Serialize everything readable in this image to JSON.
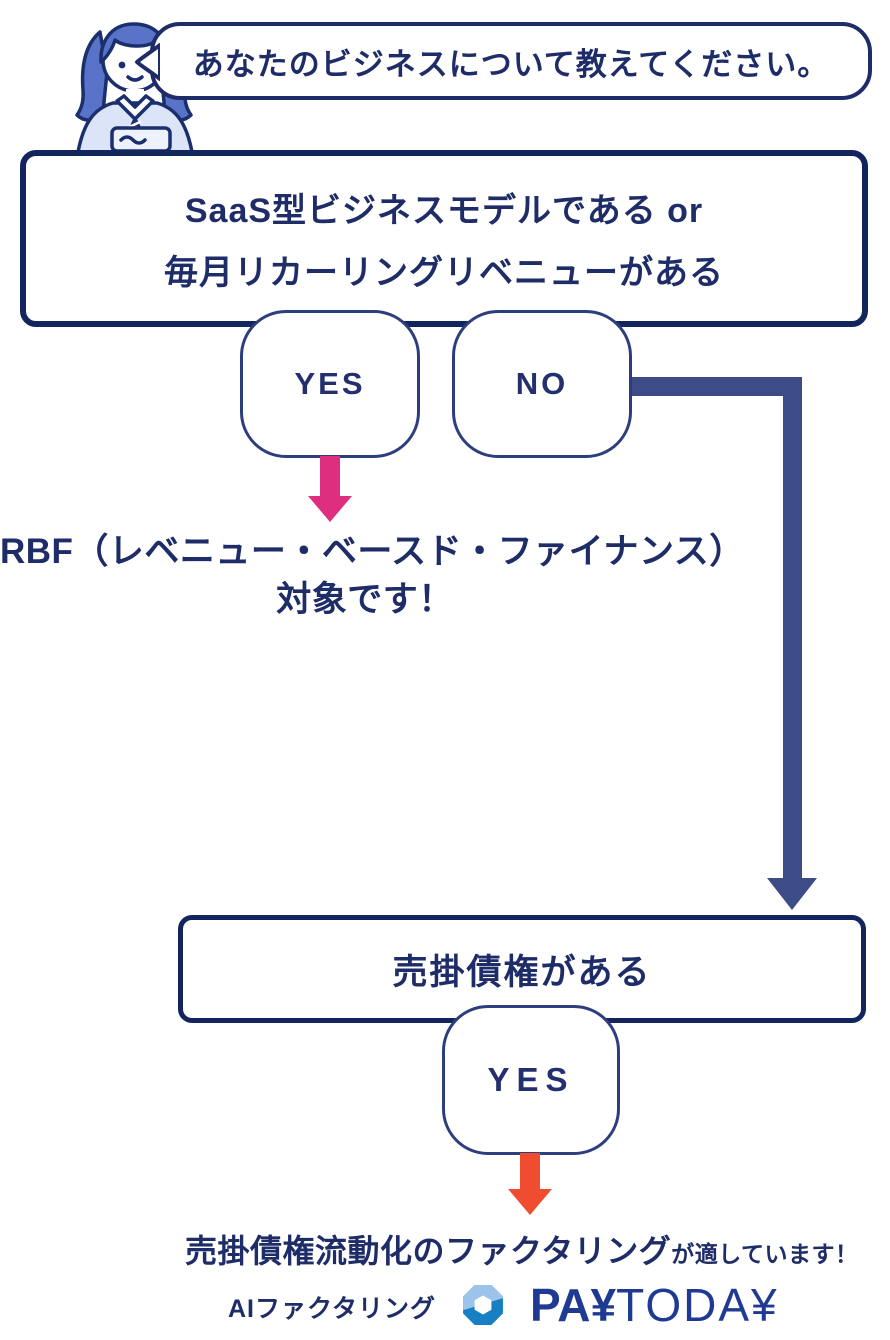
{
  "colors": {
    "navy_text": "#1e2c68",
    "box_border": "#12265d",
    "node_border": "#2c3e7e",
    "no_connector_blue": "#3d4c87",
    "yes_arrow_pink": "#dd2e80",
    "yes_arrow_red": "#f04c30",
    "brand_blue": "#1e3a92",
    "brand_icon_light": "#9cc4ea",
    "brand_icon_dark": "#1680c2"
  },
  "advisor": {
    "bubble_text": "あなたのビジネスについて教えてください。"
  },
  "flow": {
    "question1": {
      "line1": "SaaS型ビジネスモデルである or",
      "line2": "毎月リカーリングリベニューがある"
    },
    "q1_yes_label": "YES",
    "q1_no_label": "NO",
    "rbf_result": {
      "line1": "RBF（レベニュー・ベースド・ファイナンス）",
      "line2": "対象です！"
    },
    "question2": "売掛債権がある",
    "q2_yes_label": "YES",
    "factoring_result": {
      "main": "売掛債権流動化のファクタリング",
      "suffix": "が適しています！"
    }
  },
  "footer": {
    "service_label": "AIファクタリング",
    "brand_bold": "PA¥",
    "brand_regular": "TODA¥"
  }
}
